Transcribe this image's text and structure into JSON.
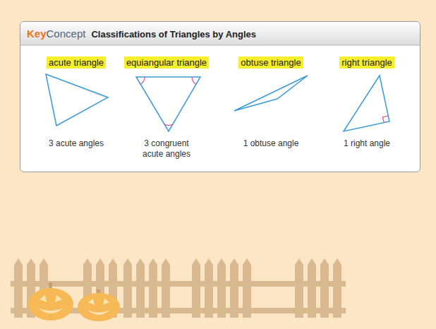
{
  "diagram": {
    "nodes": [
      {
        "text": [
          "Key",
          "Concept",
          "Classifications of Triangles by Angles"
        ]
      },
      {
        "text": [
          "acute triangle"
        ],
        "in": 0
      },
      {
        "text": [
          "equiangular triangle"
        ],
        "in": 0
      },
      {
        "text": [
          "obtuse triangle"
        ],
        "in": 0
      },
      {
        "text": [
          "right triangle"
        ],
        "in": 0
      }
    ],
    "labels": [
      "3 acute angles",
      "3 congruent acute angles",
      "1 obtuse angle",
      "1 right angle"
    ]
  }
}
